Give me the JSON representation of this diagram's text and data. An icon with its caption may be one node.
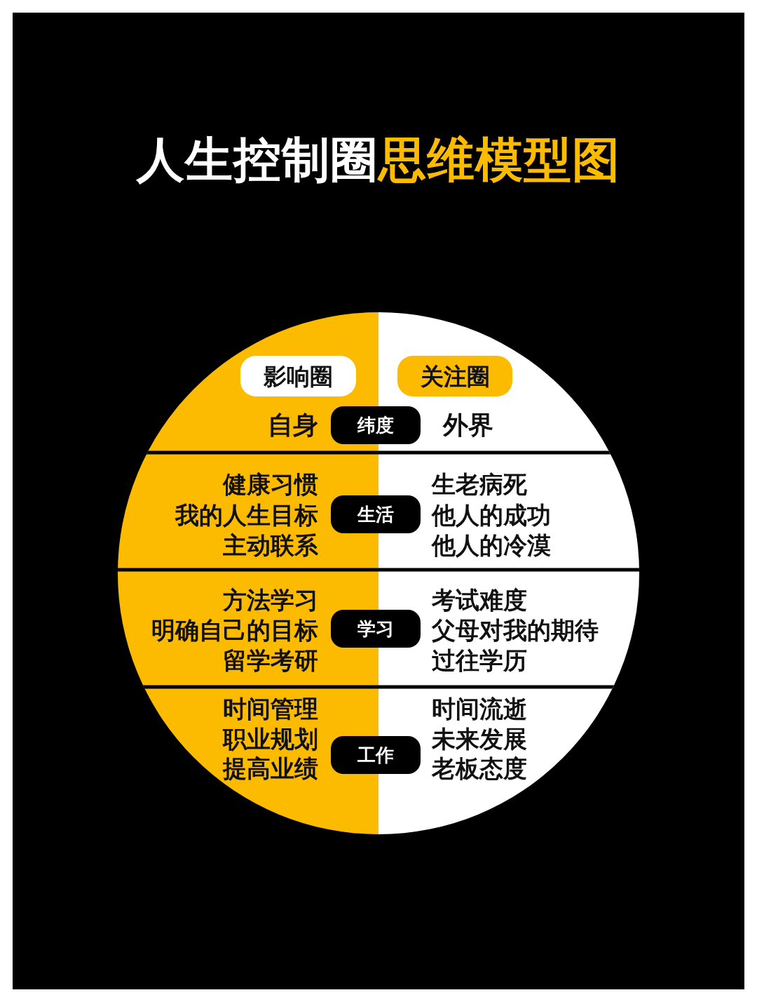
{
  "diagram": {
    "title": "人生控制圈思维模型图",
    "nodes": [
      {
        "text": [
          "影响圈"
        ]
      },
      {
        "text": [
          "关注圈"
        ]
      },
      {
        "text": [
          "纬度"
        ]
      },
      {
        "text": [
          "生活"
        ]
      },
      {
        "text": [
          "学习"
        ]
      },
      {
        "text": [
          "工作"
        ]
      }
    ],
    "labels": [
      "自身",
      "外界",
      "健康习惯",
      "我的人生目标",
      "主动联系",
      "生老病死",
      "他人的成功",
      "他人的冷漠",
      "方法学习",
      "明确自己的目标",
      "留学考研",
      "考试难度",
      "父母对我的期待",
      "过往学历",
      "时间管理",
      "职业规划",
      "提高业绩",
      "时间流逝",
      "未来发展",
      "老板态度"
    ]
  }
}
